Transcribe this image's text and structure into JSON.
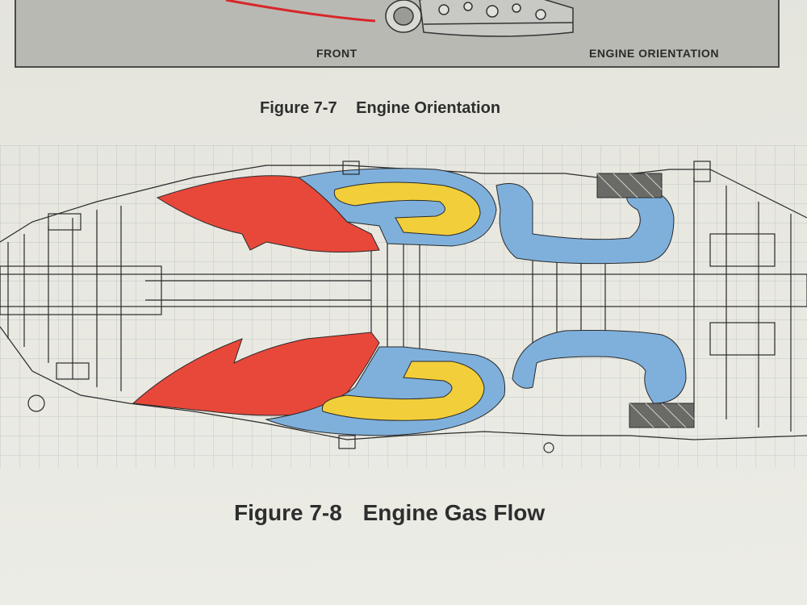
{
  "top_figure": {
    "front_label": "FRONT",
    "orientation_label": "ENGINE ORIENTATION"
  },
  "figure_7_7": {
    "number": "Figure 7-7",
    "title": "Engine Orientation"
  },
  "figure_7_8": {
    "number": "Figure 7-8",
    "title": "Engine Gas Flow"
  },
  "colors": {
    "compressor_air": "#e8483a",
    "combustion": "#f2cf3a",
    "exhaust_gas": "#7fb0dc",
    "linework": "#2a2a2a",
    "paper": "#e8e8e1"
  }
}
